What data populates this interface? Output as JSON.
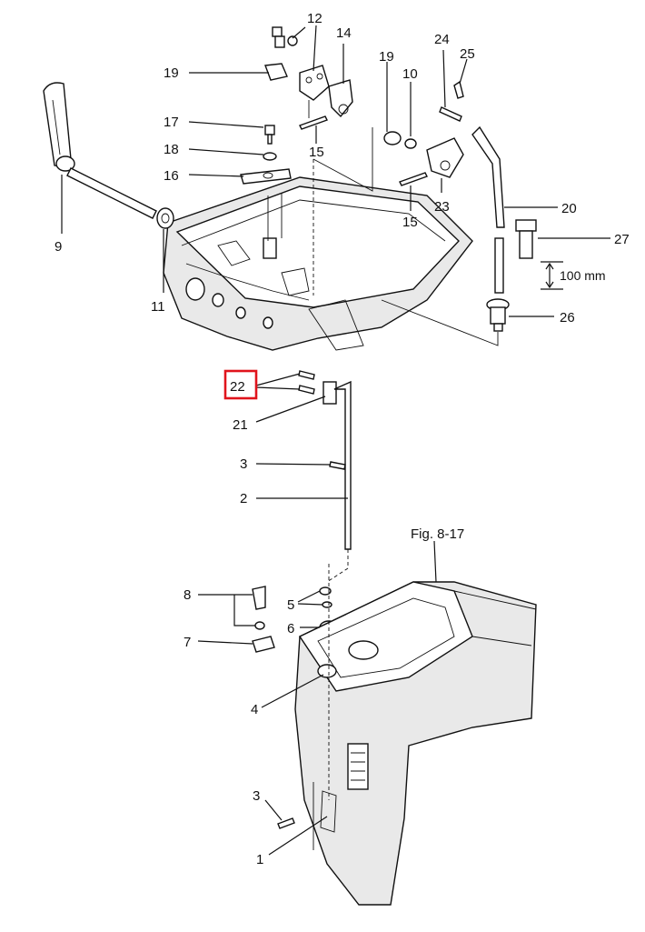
{
  "figure_ref": "Fig. 8-17",
  "dimension": "100 mm",
  "highlight_color": "#e0141c",
  "callouts": {
    "c1": "1",
    "c2": "2",
    "c3a": "3",
    "c3b": "3",
    "c4": "4",
    "c5": "5",
    "c6": "6",
    "c7": "7",
    "c8": "8",
    "c9": "9",
    "c10": "10",
    "c11": "11",
    "c12": "12",
    "c14": "14",
    "c15a": "15",
    "c15b": "15",
    "c16": "16",
    "c17": "17",
    "c18": "18",
    "c19a": "19",
    "c19b": "19",
    "c20": "20",
    "c21": "21",
    "c22": "22",
    "c23": "23",
    "c24": "24",
    "c25": "25",
    "c26": "26",
    "c27": "27"
  }
}
